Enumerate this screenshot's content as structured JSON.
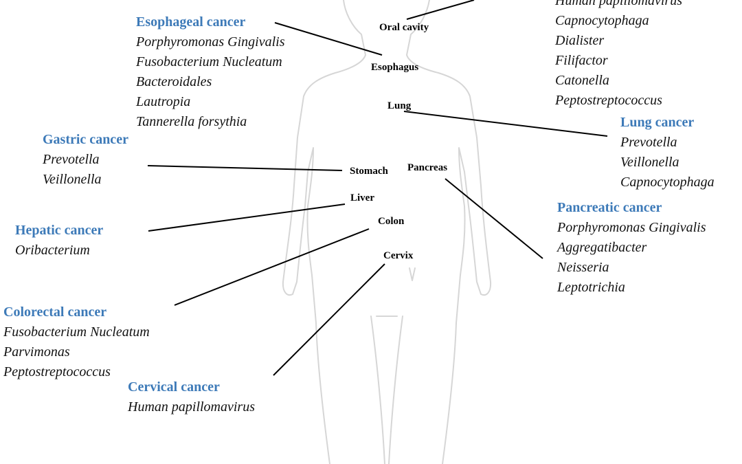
{
  "organs": {
    "oral_cavity": "Oral cavity",
    "esophagus": "Esophagus",
    "lung": "Lung",
    "stomach": "Stomach",
    "pancreas": "Pancreas",
    "liver": "Liver",
    "colon": "Colon",
    "cervix": "Cervix"
  },
  "oral": {
    "species": [
      "Human papillomavirus",
      "Capnocytophaga",
      "Dialister",
      "Filifactor",
      "Catonella",
      "Peptostreptococcus"
    ]
  },
  "esophageal": {
    "title": "Esophageal cancer",
    "species": [
      "Porphyromonas Gingivalis",
      "Fusobacterium Nucleatum",
      "Bacteroidales",
      "Lautropia",
      "Tannerella forsythia"
    ]
  },
  "gastric": {
    "title": "Gastric cancer",
    "species": [
      "Prevotella",
      "Veillonella"
    ]
  },
  "hepatic": {
    "title": "Hepatic cancer",
    "species": [
      "Oribacterium"
    ]
  },
  "colorectal": {
    "title": "Colorectal cancer",
    "species": [
      "Fusobacterium Nucleatum",
      "Parvimonas",
      "Peptostreptococcus"
    ]
  },
  "cervical": {
    "title": "Cervical cancer",
    "species": [
      "Human papillomavirus"
    ]
  },
  "lung": {
    "title": "Lung cancer",
    "species": [
      "Prevotella",
      "Veillonella",
      "Capnocytophaga"
    ]
  },
  "pancreatic": {
    "title": "Pancreatic cancer",
    "species": [
      "Porphyromonas Gingivalis",
      "Aggregatibacter",
      "Neisseria",
      "Leptotrichia"
    ]
  },
  "colors": {
    "title": "#3d7ab8",
    "silhouette": "#d6d6d6",
    "connector": "#000000"
  }
}
